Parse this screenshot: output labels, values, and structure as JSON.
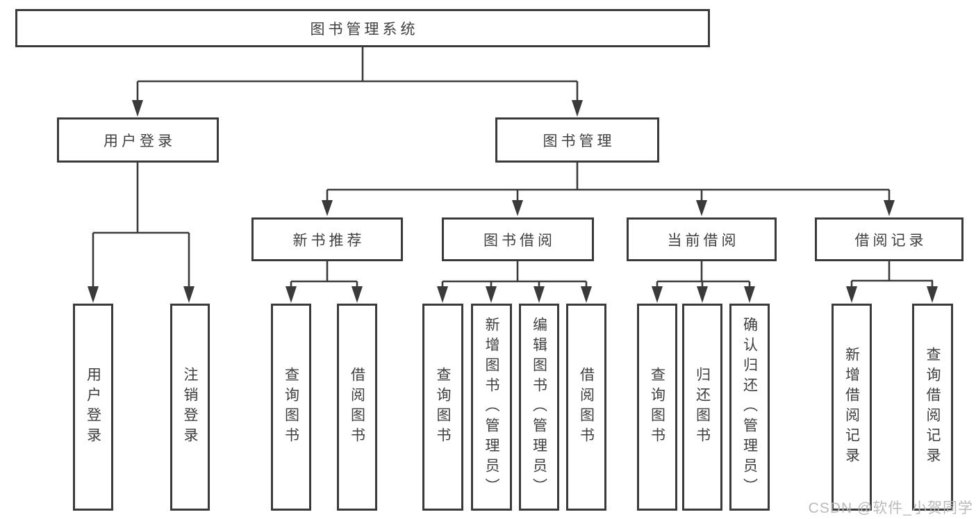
{
  "diagram": {
    "title": "图书管理系统",
    "level2": [
      {
        "id": "user-login",
        "label": "用户登录"
      },
      {
        "id": "book-management",
        "label": "图书管理"
      }
    ],
    "level3": [
      {
        "id": "new-book-recommend",
        "label": "新书推荐",
        "parent": "book-management"
      },
      {
        "id": "book-borrow",
        "label": "图书借阅",
        "parent": "book-management"
      },
      {
        "id": "current-borrow",
        "label": "当前借阅",
        "parent": "book-management"
      },
      {
        "id": "borrow-records",
        "label": "借阅记录",
        "parent": "book-management"
      }
    ],
    "leaves": [
      {
        "group": "user-login",
        "label": "用户登录"
      },
      {
        "group": "user-login",
        "label": "注销登录"
      },
      {
        "group": "new-book-recommend",
        "label": "查询图书"
      },
      {
        "group": "new-book-recommend",
        "label": "借阅图书"
      },
      {
        "group": "book-borrow",
        "label": "查询图书"
      },
      {
        "group": "book-borrow",
        "label": "新增图书（管理员）"
      },
      {
        "group": "book-borrow",
        "label": "编辑图书（管理员）"
      },
      {
        "group": "book-borrow",
        "label": "借阅图书"
      },
      {
        "group": "current-borrow",
        "label": "查询图书"
      },
      {
        "group": "current-borrow",
        "label": "归还图书"
      },
      {
        "group": "current-borrow",
        "label": "确认归还（管理员）"
      },
      {
        "group": "borrow-records",
        "label": "新增借阅记录"
      },
      {
        "group": "borrow-records",
        "label": "查询借阅记录"
      }
    ]
  },
  "watermark": "CSDN @软件_小贺同学",
  "colors": {
    "line": "#3a3a3a",
    "text": "#3f3f3f",
    "watermark": "#b6b6b6",
    "background": "#ffffff"
  }
}
